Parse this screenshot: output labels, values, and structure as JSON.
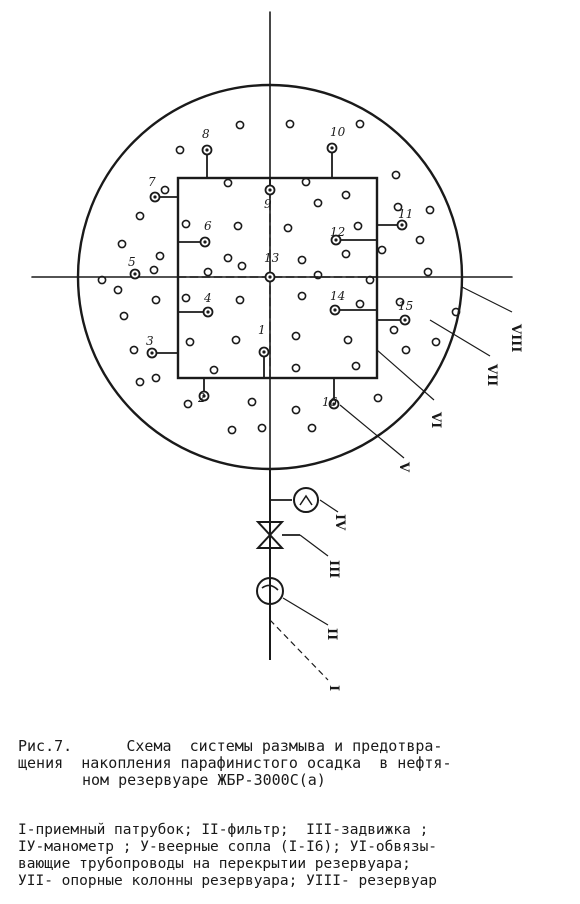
{
  "nozzle_labels": [
    "1",
    "2",
    "3",
    "4",
    "5",
    "6",
    "7",
    "8",
    "9",
    "10",
    "11",
    "12",
    "13",
    "14",
    "15",
    "16"
  ],
  "roman_labels": {
    "tank": "VIII",
    "support_columns": "VII",
    "piping": "VI",
    "nozzle": "V",
    "manometer": "IV",
    "valve": "III",
    "filter": "II",
    "inlet": "I"
  },
  "caption": {
    "label": "Рис.7.",
    "line1_rest": "Схема  системы размыва и предотвра-",
    "line2": "щения  накопления парафинистого осадка  в нефтя-",
    "line3": "ном резервуаре ЖБР-3000С(а)"
  },
  "legend": {
    "line1": "I-приемный патрубок; II-фильтр;  III-задвижка ;",
    "line2": "IУ-манометр ; У-веерные сопла (I-I6); УI-обвязы-",
    "line3": "вающие трубопроводы на перекрытии резервуара;",
    "line4": "УII- опорные колонны резервуара; УIII- резервуар"
  }
}
